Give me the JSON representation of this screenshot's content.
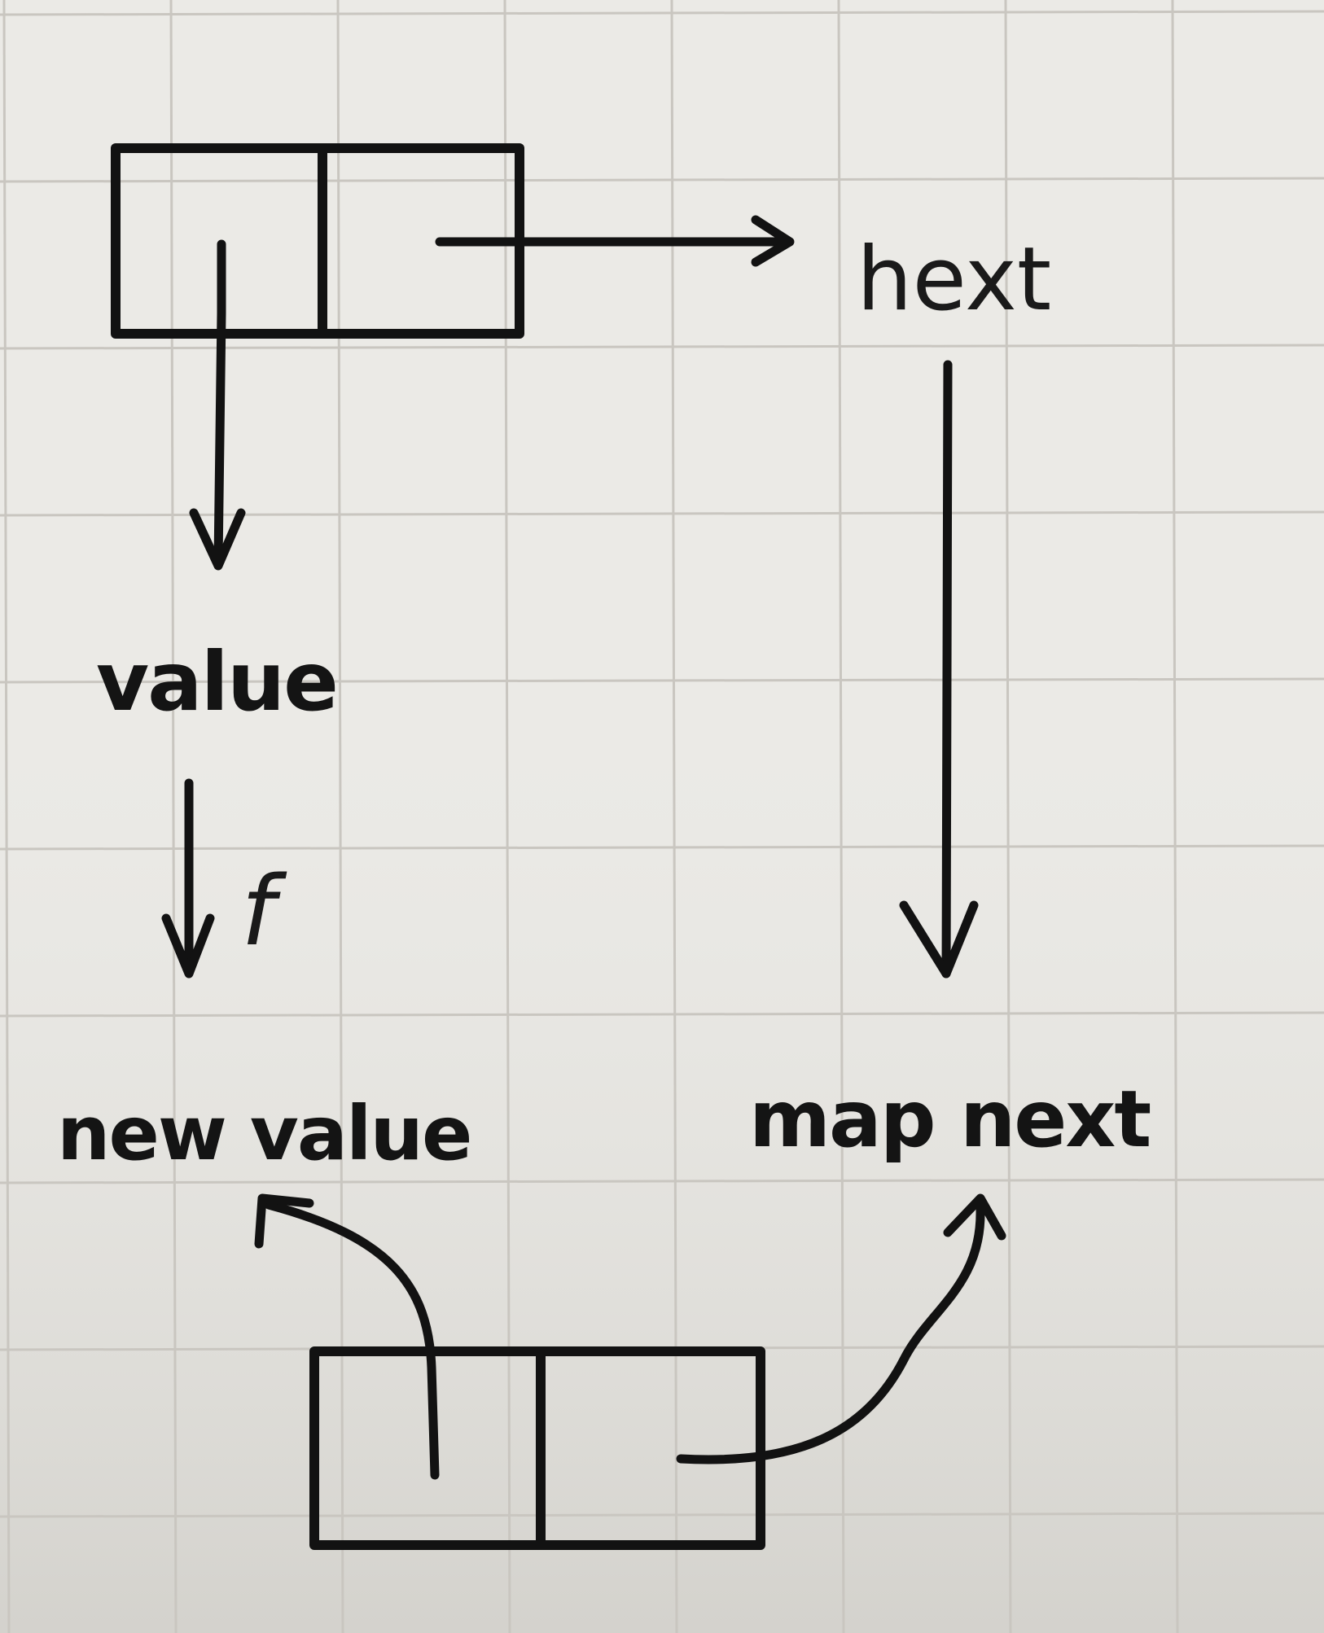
{
  "diagram": {
    "labels": {
      "next": "hext",
      "value": "value",
      "function": "f",
      "new_value": "new value",
      "map_next": "map next"
    },
    "colors": {
      "paper": "#e9e8e4",
      "shadow": "#cfcdc8",
      "grid": "#c9c6c0",
      "ink": "#121212"
    }
  }
}
